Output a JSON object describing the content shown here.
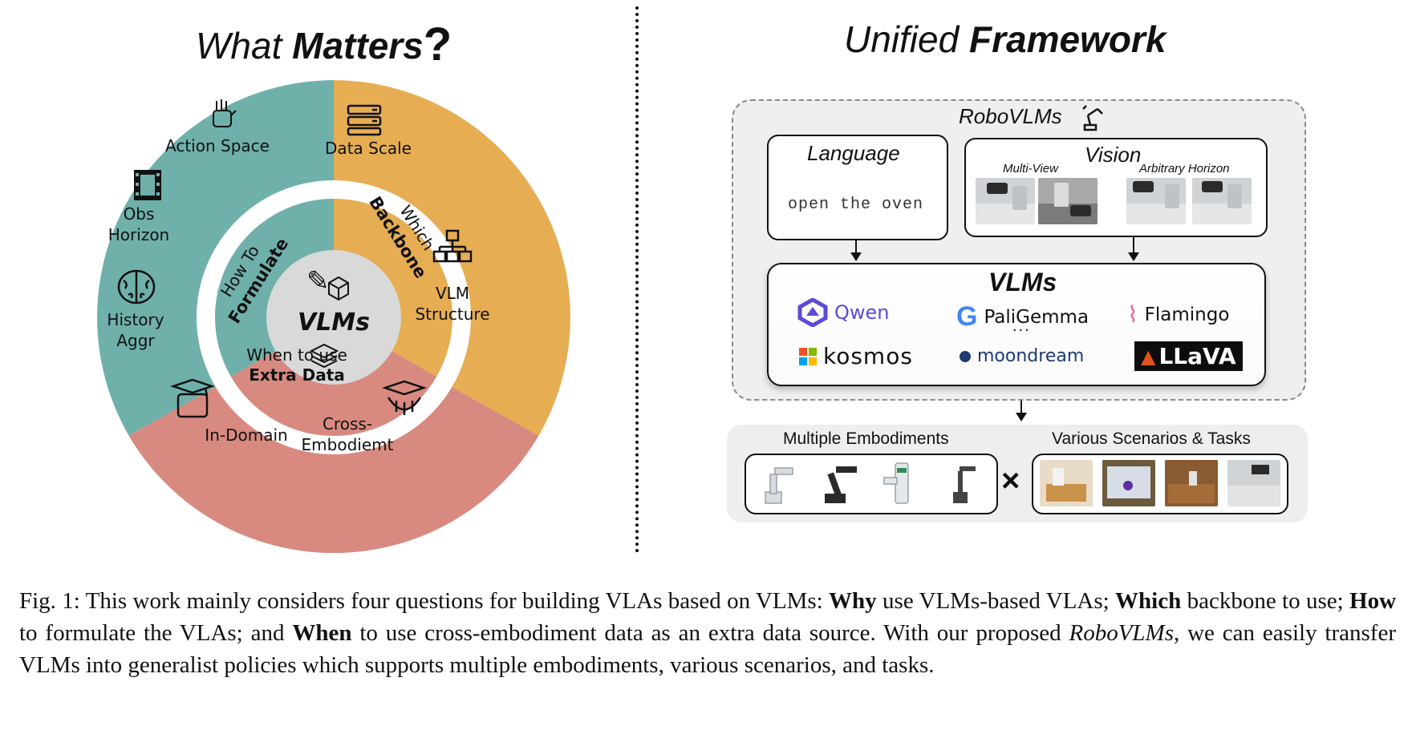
{
  "left_panel": {
    "title_normal": "What",
    "title_bold": "Matters",
    "title_mark": "?",
    "center_label": "VLMs",
    "inner": {
      "formulate_top": "How To",
      "formulate_bold": "Formulate",
      "backbone_top": "Which",
      "backbone_bold": "Backbone",
      "extra_top": "When to use",
      "extra_bold": "Extra Data"
    },
    "outer": {
      "action_space": "Action Space",
      "obs_horizon_1": "Obs",
      "obs_horizon_2": "Horizon",
      "history_1": "History",
      "history_2": "Aggr",
      "data_scale": "Data Scale",
      "vlm_structure_1": "VLM",
      "vlm_structure_2": "Structure",
      "in_domain": "In-Domain",
      "cross_1": "Cross-",
      "cross_2": "Embodiemt"
    },
    "colors": {
      "teal": "#6fb0aa",
      "orange": "#e6ad52",
      "red": "#d88a80",
      "center": "#d9d9d9"
    }
  },
  "right_panel": {
    "title_normal": "Unified",
    "title_bold": "Framework",
    "framework_name": "RoboVLMs",
    "language_title": "Language",
    "language_command": "open the oven",
    "vision_title": "Vision",
    "multi_view": "Multi-View",
    "arbitrary_horizon": "Arbitrary Horizon",
    "vlms_title": "VLMs",
    "models": {
      "qwen": "Qwen",
      "paligemma": "PaliGemma",
      "flamingo": "Flamingo",
      "ellipsis": "...",
      "kosmos": "kosmos",
      "moondream": "moondream",
      "llava": "LLaVA"
    },
    "embodiments_label": "Multiple Embodiments",
    "scenarios_label": "Various Scenarios & Tasks",
    "times": "×"
  },
  "caption": {
    "prefix": "Fig. 1: This work mainly considers four questions for building VLAs based on VLMs: ",
    "why": "Why",
    "t1": " use VLMs-based VLAs; ",
    "which": "Which",
    "t2": " backbone to use; ",
    "how": "How",
    "t3": " to formulate the VLAs; and ",
    "when": "When",
    "t4": " to use cross-embodiment data as an extra data source. With our proposed ",
    "robovlms": "RoboVLMs",
    "t5": ", we can easily transfer VLMs into generalist policies which supports multiple embodiments, various scenarios, and tasks."
  }
}
